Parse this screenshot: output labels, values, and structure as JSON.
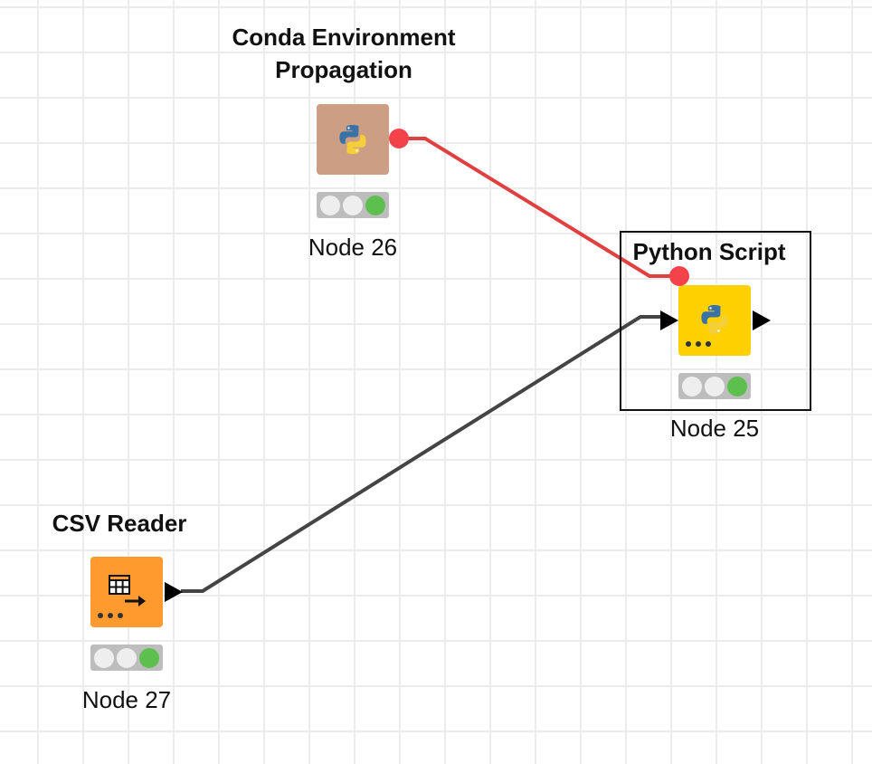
{
  "workflow": {
    "nodes": [
      {
        "id": "node-26",
        "title": "Conda Environment Propagation",
        "title_lines": [
          "Conda Environment",
          "Propagation"
        ],
        "label": "Node 26",
        "icon": "python-icon",
        "color": "#cc9f84",
        "status": [
          "inactive",
          "inactive",
          "executed"
        ],
        "selected": false
      },
      {
        "id": "node-25",
        "title": "Python Script",
        "label": "Node 25",
        "icon": "python-icon",
        "color": "#ffd100",
        "status": [
          "inactive",
          "inactive",
          "executed"
        ],
        "selected": true
      },
      {
        "id": "node-27",
        "title": "CSV Reader",
        "label": "Node 27",
        "icon": "table-export-icon",
        "color": "#ff9a2e",
        "status": [
          "inactive",
          "inactive",
          "executed"
        ],
        "selected": false
      }
    ],
    "connections": [
      {
        "from": "Node 26",
        "to": "Node 25",
        "type": "flow-variable",
        "color": "#e0403f"
      },
      {
        "from": "Node 27",
        "to": "Node 25",
        "type": "data-table",
        "color": "#444444"
      }
    ],
    "colors": {
      "status_green": "#5cbf4e",
      "status_off": "#eeeeee",
      "status_bg": "#bdbdbd",
      "flow_port": "#f4424a"
    }
  }
}
